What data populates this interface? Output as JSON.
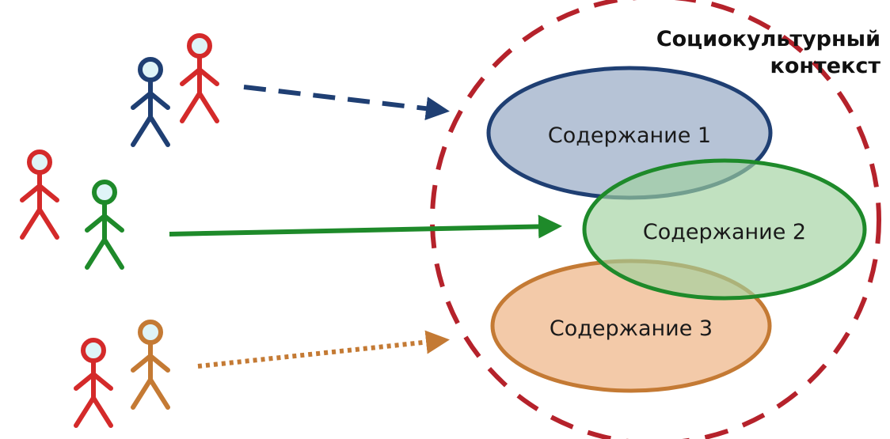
{
  "context": {
    "label_line1": "Социокультурный",
    "label_line2": "контекст",
    "color": "#b5222b"
  },
  "contents": [
    {
      "label": "Содержание 1",
      "stroke": "#1f3f73",
      "fill": "#a9b9cf"
    },
    {
      "label": "Содержание 2",
      "stroke": "#1e8a2a",
      "fill": "#9fd19e"
    },
    {
      "label": "Содержание 3",
      "stroke": "#c47a34",
      "fill": "#f1c19a"
    }
  ],
  "groups": [
    {
      "name": "blue-group",
      "figure_colors": [
        "#1f3f73",
        "#d42a2a"
      ],
      "arrow_style": "dashed",
      "arrow_color": "#1f3f73"
    },
    {
      "name": "green-group",
      "figure_colors": [
        "#d42a2a",
        "#1e8a2a"
      ],
      "arrow_style": "solid",
      "arrow_color": "#1e8a2a"
    },
    {
      "name": "orange-group",
      "figure_colors": [
        "#d42a2a",
        "#c47a34"
      ],
      "arrow_style": "dotted",
      "arrow_color": "#c47a34"
    }
  ],
  "head_fill": "#dff4f7"
}
